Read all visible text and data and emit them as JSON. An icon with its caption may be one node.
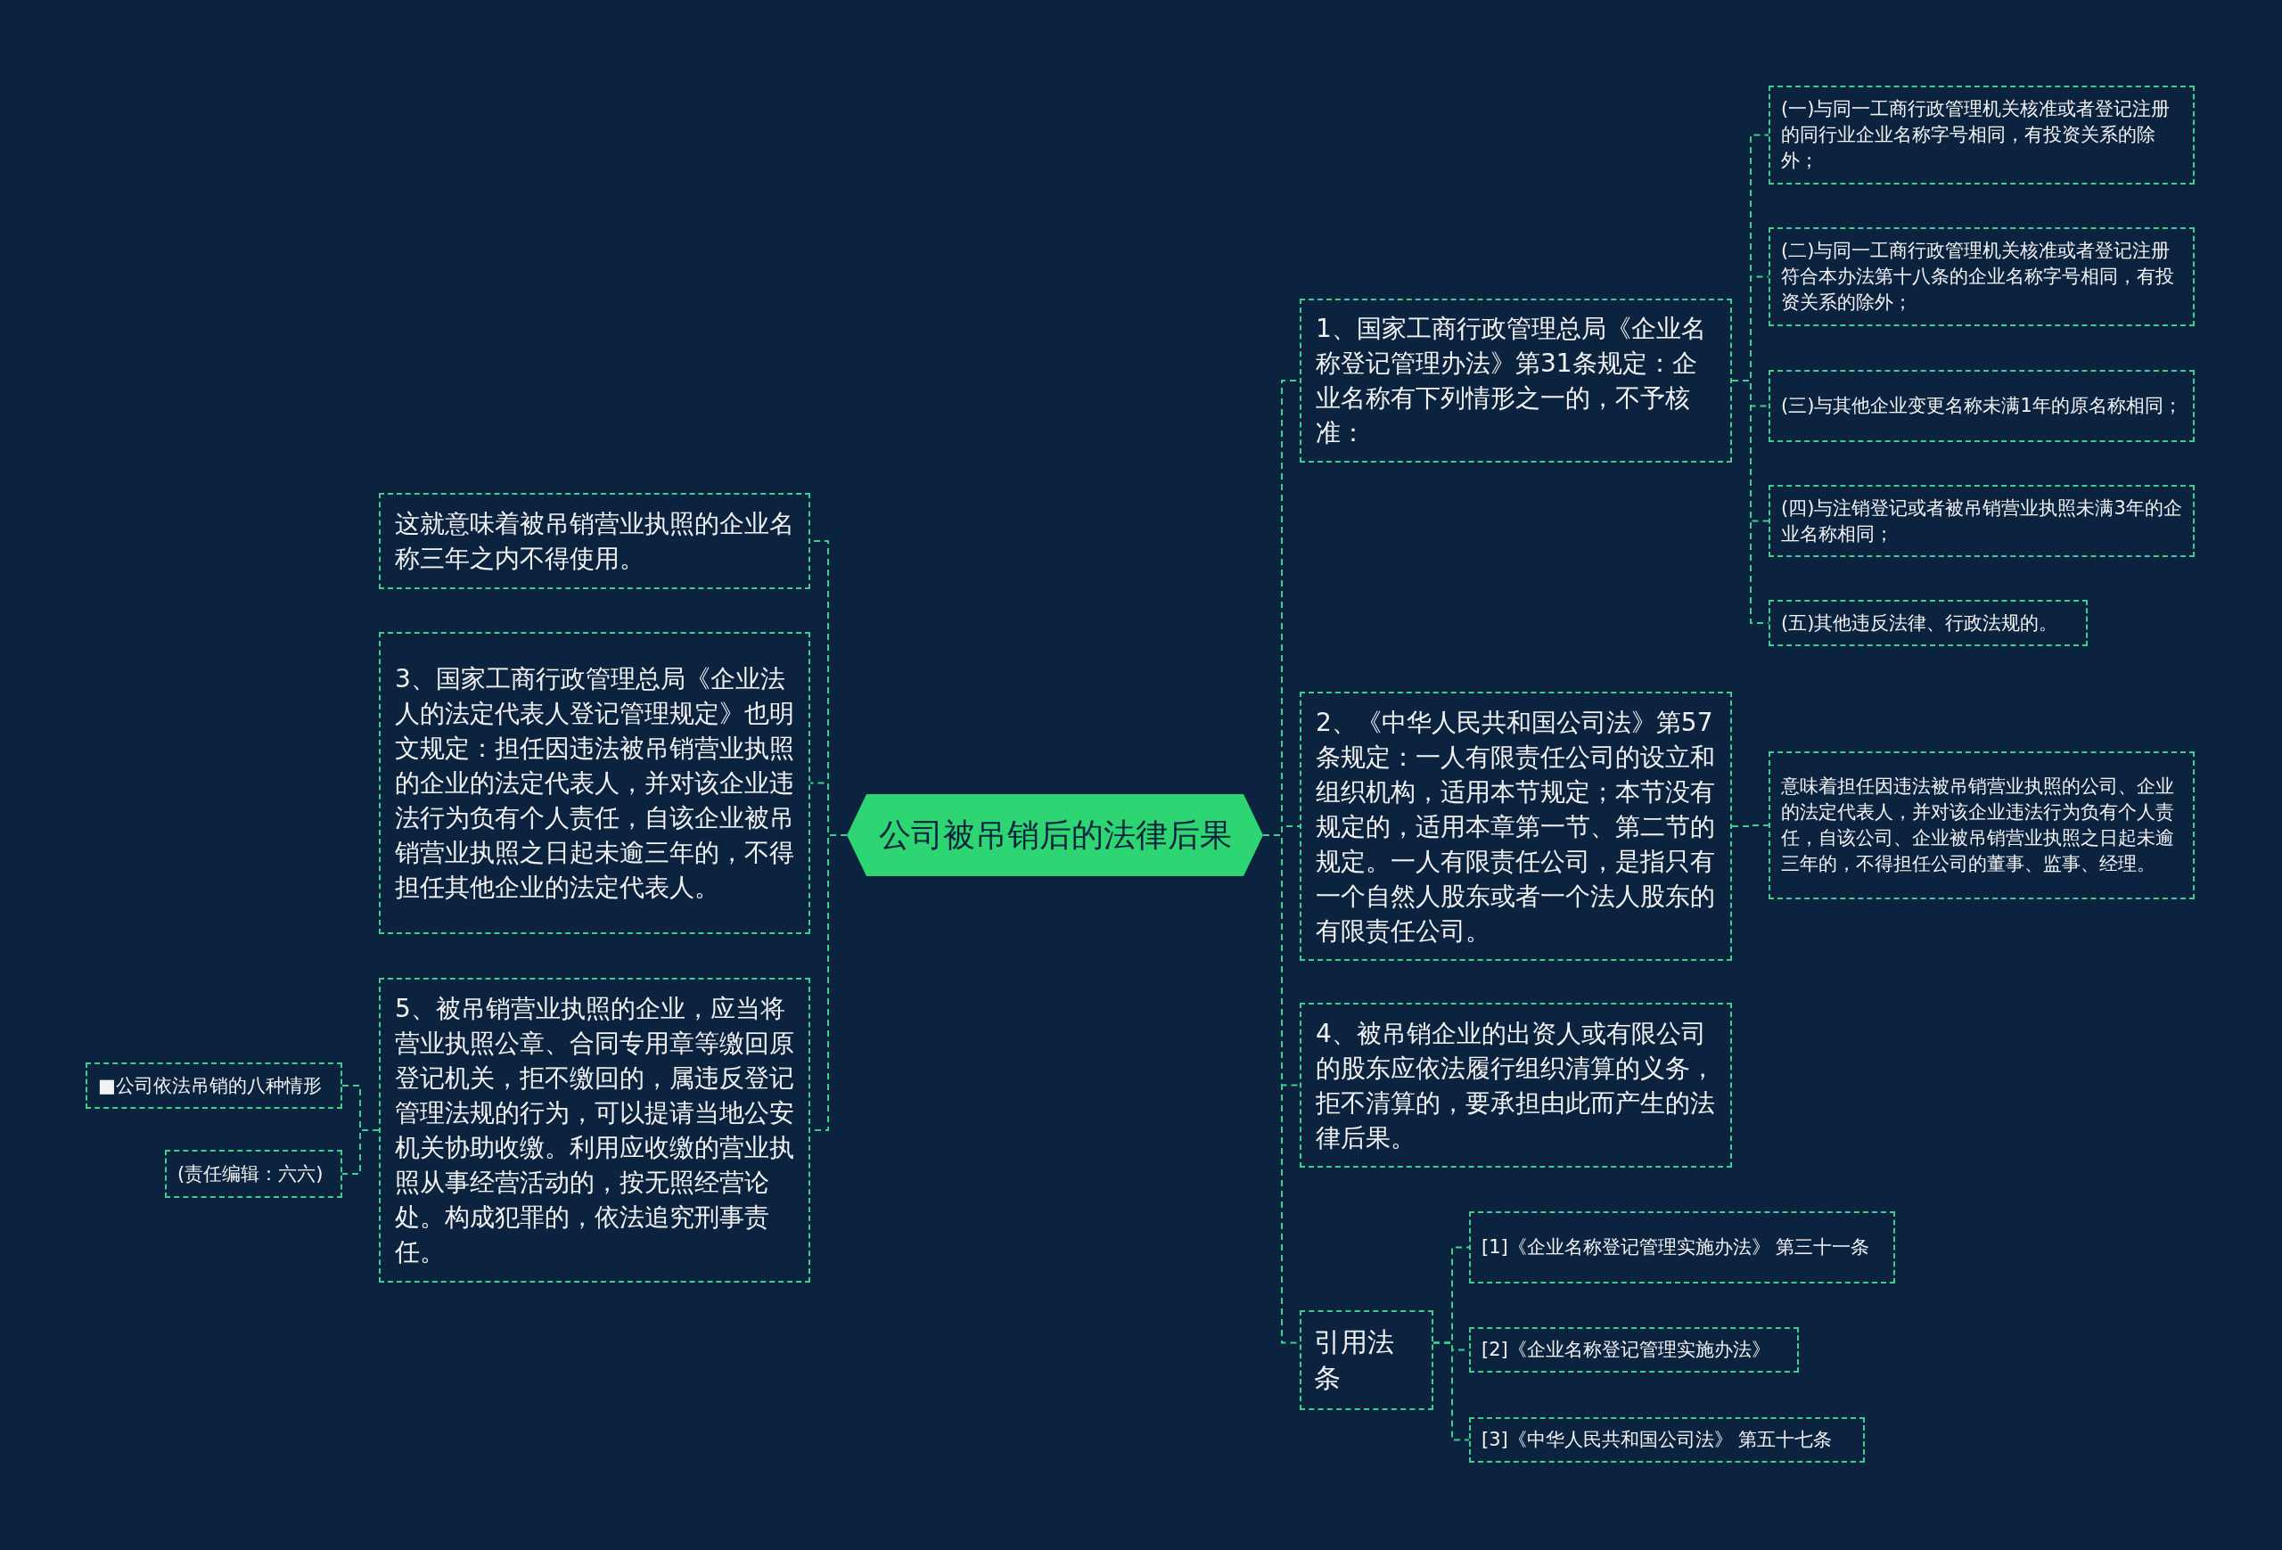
{
  "diagram": {
    "nodes": [
      {
        "text": [
          "公司被吊销后的法律后果"
        ]
      },
      {
        "text": [
          "这就意味着被吊销营业执照的企业名称三年之内不得使用。"
        ]
      },
      {
        "text": [
          "3、国家工商行政管理总局《企业法人的法定代表人登记管理规定》也明文规定：担任因违法被吊销营业执照的企业的法定代表人，并对该企业违法行为负有个人责任，自该企业被吊销营业执照之日起未逾三年的，不得担任其他企业的法定代表人。"
        ]
      },
      {
        "text": [
          "5、被吊销营业执照的企业，应当将营业执照公章、合同专用章等缴回原登记机关，拒不缴回的，属违反登记管理法规的行为，可以提请当地公安机关协助收缴。利用应收缴的营业执照从事经营活动的，按无照经营论处。构成犯罪的，依法追究刑事责任。"
        ]
      },
      {
        "text": [
          "■公司依法吊销的八种情形"
        ]
      },
      {
        "text": [
          "(责任编辑：六六)"
        ]
      },
      {
        "text": [
          "1、国家工商行政管理总局《企业名称登记管理办法》第31条规定：企业名称有下列情形之一的，不予核准："
        ]
      },
      {
        "text": [
          "(一)与同一工商行政管理机关核准或者登记注册的同行业企业名称字号相同，有投资关系的除外；"
        ]
      },
      {
        "text": [
          "(二)与同一工商行政管理机关核准或者登记注册符合本办法第十八条的企业名称字号相同，有投资关系的除外；"
        ]
      },
      {
        "text": [
          "(三)与其他企业变更名称未满1年的原名称相同；"
        ]
      },
      {
        "text": [
          "(四)与注销登记或者被吊销营业执照未满3年的企业名称相同；"
        ]
      },
      {
        "text": [
          "(五)其他违反法律、行政法规的。"
        ]
      },
      {
        "text": [
          "2、《中华人民共和国公司法》第57条规定：一人有限责任公司的设立和组织机构，适用本节规定；本节没有规定的，适用本章第一节、第二节的规定。一人有限责任公司，是指只有一个自然人股东或者一个法人股东的有限责任公司。"
        ]
      },
      {
        "text": [
          "意味着担任因违法被吊销营业执照的公司、企业的法定代表人，并对该企业违法行为负有个人责任，自该公司、企业被吊销营业执照之日起未逾三年的，不得担任公司的董事、监事、经理。"
        ]
      },
      {
        "text": [
          "4、被吊销企业的出资人或有限公司的股东应依法履行组织清算的义务，拒不清算的，要承担由此而产生的法律后果。"
        ]
      },
      {
        "text": [
          "引用法条"
        ]
      },
      {
        "text": [
          "[1]《企业名称登记管理实施办法》 第三十一条"
        ]
      },
      {
        "text": [
          "[2]《企业名称登记管理实施办法》"
        ]
      },
      {
        "text": [
          "[3]《中华人民共和国公司法》 第五十七条"
        ]
      }
    ],
    "edges": [
      {
        "from": 0,
        "to": 1,
        "arrow": "none"
      },
      {
        "from": 0,
        "to": 2,
        "arrow": "none"
      },
      {
        "from": 0,
        "to": 3,
        "arrow": "none"
      },
      {
        "from": 3,
        "to": 4,
        "arrow": "none"
      },
      {
        "from": 3,
        "to": 5,
        "arrow": "none"
      },
      {
        "from": 0,
        "to": 6,
        "arrow": "none"
      },
      {
        "from": 6,
        "to": 7,
        "arrow": "none"
      },
      {
        "from": 6,
        "to": 8,
        "arrow": "none"
      },
      {
        "from": 6,
        "to": 9,
        "arrow": "none"
      },
      {
        "from": 6,
        "to": 10,
        "arrow": "none"
      },
      {
        "from": 6,
        "to": 11,
        "arrow": "none"
      },
      {
        "from": 0,
        "to": 12,
        "arrow": "none"
      },
      {
        "from": 12,
        "to": 13,
        "arrow": "none"
      },
      {
        "from": 0,
        "to": 14,
        "arrow": "none"
      },
      {
        "from": 0,
        "to": 15,
        "arrow": "none"
      },
      {
        "from": 15,
        "to": 16,
        "arrow": "none"
      },
      {
        "from": 15,
        "to": 17,
        "arrow": "none"
      },
      {
        "from": 15,
        "to": 18,
        "arrow": "none"
      }
    ]
  }
}
